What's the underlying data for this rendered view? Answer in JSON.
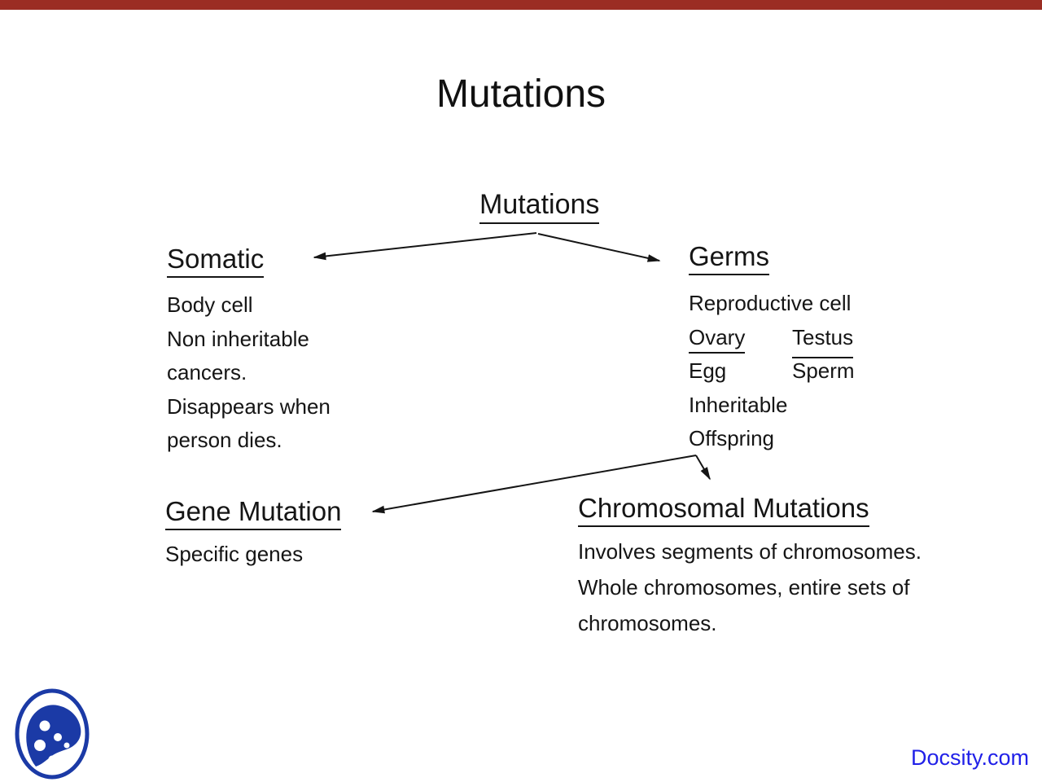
{
  "slide": {
    "title": "Mutations",
    "accent_bar_color": "#9b2d23"
  },
  "diagram": {
    "root": {
      "label": "Mutations"
    },
    "somatic": {
      "heading": "Somatic",
      "lines": [
        "Body cell",
        "Non inheritable",
        "cancers.",
        "Disappears when",
        "person dies."
      ]
    },
    "germs": {
      "heading": "Germs",
      "intro": "Reproductive cell",
      "columns": [
        {
          "header": "Ovary",
          "cell": "Egg"
        },
        {
          "header": "Testus",
          "cell": "Sperm"
        }
      ],
      "outro": [
        "Inheritable",
        "Offspring"
      ]
    },
    "gene_mutation": {
      "heading": "Gene Mutation",
      "lines": [
        "Specific genes"
      ]
    },
    "chromosomal": {
      "heading": "Chromosomal Mutations",
      "lines": [
        "Involves segments of chromosomes.",
        "Whole chromosomes, entire sets of",
        "chromosomes."
      ]
    }
  },
  "footer": {
    "brand": "Docsity.com",
    "brand_color": "#2020e8",
    "logo_color": "#1b3aa6"
  }
}
